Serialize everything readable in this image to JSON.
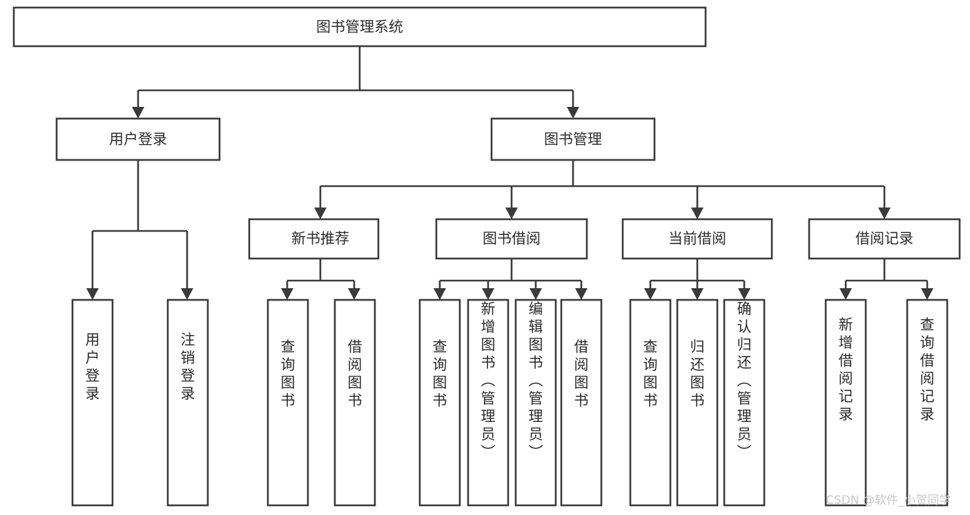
{
  "diagram": {
    "title": "图书管理系统",
    "type": "tree-hierarchy",
    "orientation": "top-down",
    "colors": {
      "box_stroke": "#3a3a3a",
      "box_fill": "#ffffff",
      "connector": "#3a3a3a",
      "text": "#2b2b2b",
      "background": "#ffffff",
      "watermark": "#c8c8c8"
    },
    "root": {
      "label": "图书管理系统"
    },
    "level2": [
      {
        "label": "用户登录"
      },
      {
        "label": "图书管理"
      }
    ],
    "level3": [
      {
        "label": "新书推荐"
      },
      {
        "label": "图书借阅"
      },
      {
        "label": "当前借阅"
      },
      {
        "label": "借阅记录"
      }
    ],
    "leaves": {
      "user_login": [
        {
          "label": "用户登录"
        },
        {
          "label": "注销登录"
        }
      ],
      "new_book_recommend": [
        {
          "label": "查询图书"
        },
        {
          "label": "借阅图书"
        }
      ],
      "book_borrow": [
        {
          "label": "查询图书"
        },
        {
          "label": "新增图书（管理员）"
        },
        {
          "label": "编辑图书（管理员）"
        },
        {
          "label": "借阅图书"
        }
      ],
      "current_borrow": [
        {
          "label": "查询图书"
        },
        {
          "label": "归还图书"
        },
        {
          "label": "确认归还（管理员）"
        }
      ],
      "borrow_record": [
        {
          "label": "新增借阅记录"
        },
        {
          "label": "查询借阅记录"
        }
      ]
    }
  },
  "watermark": {
    "text": "CSDN @软件_小贺同学"
  }
}
